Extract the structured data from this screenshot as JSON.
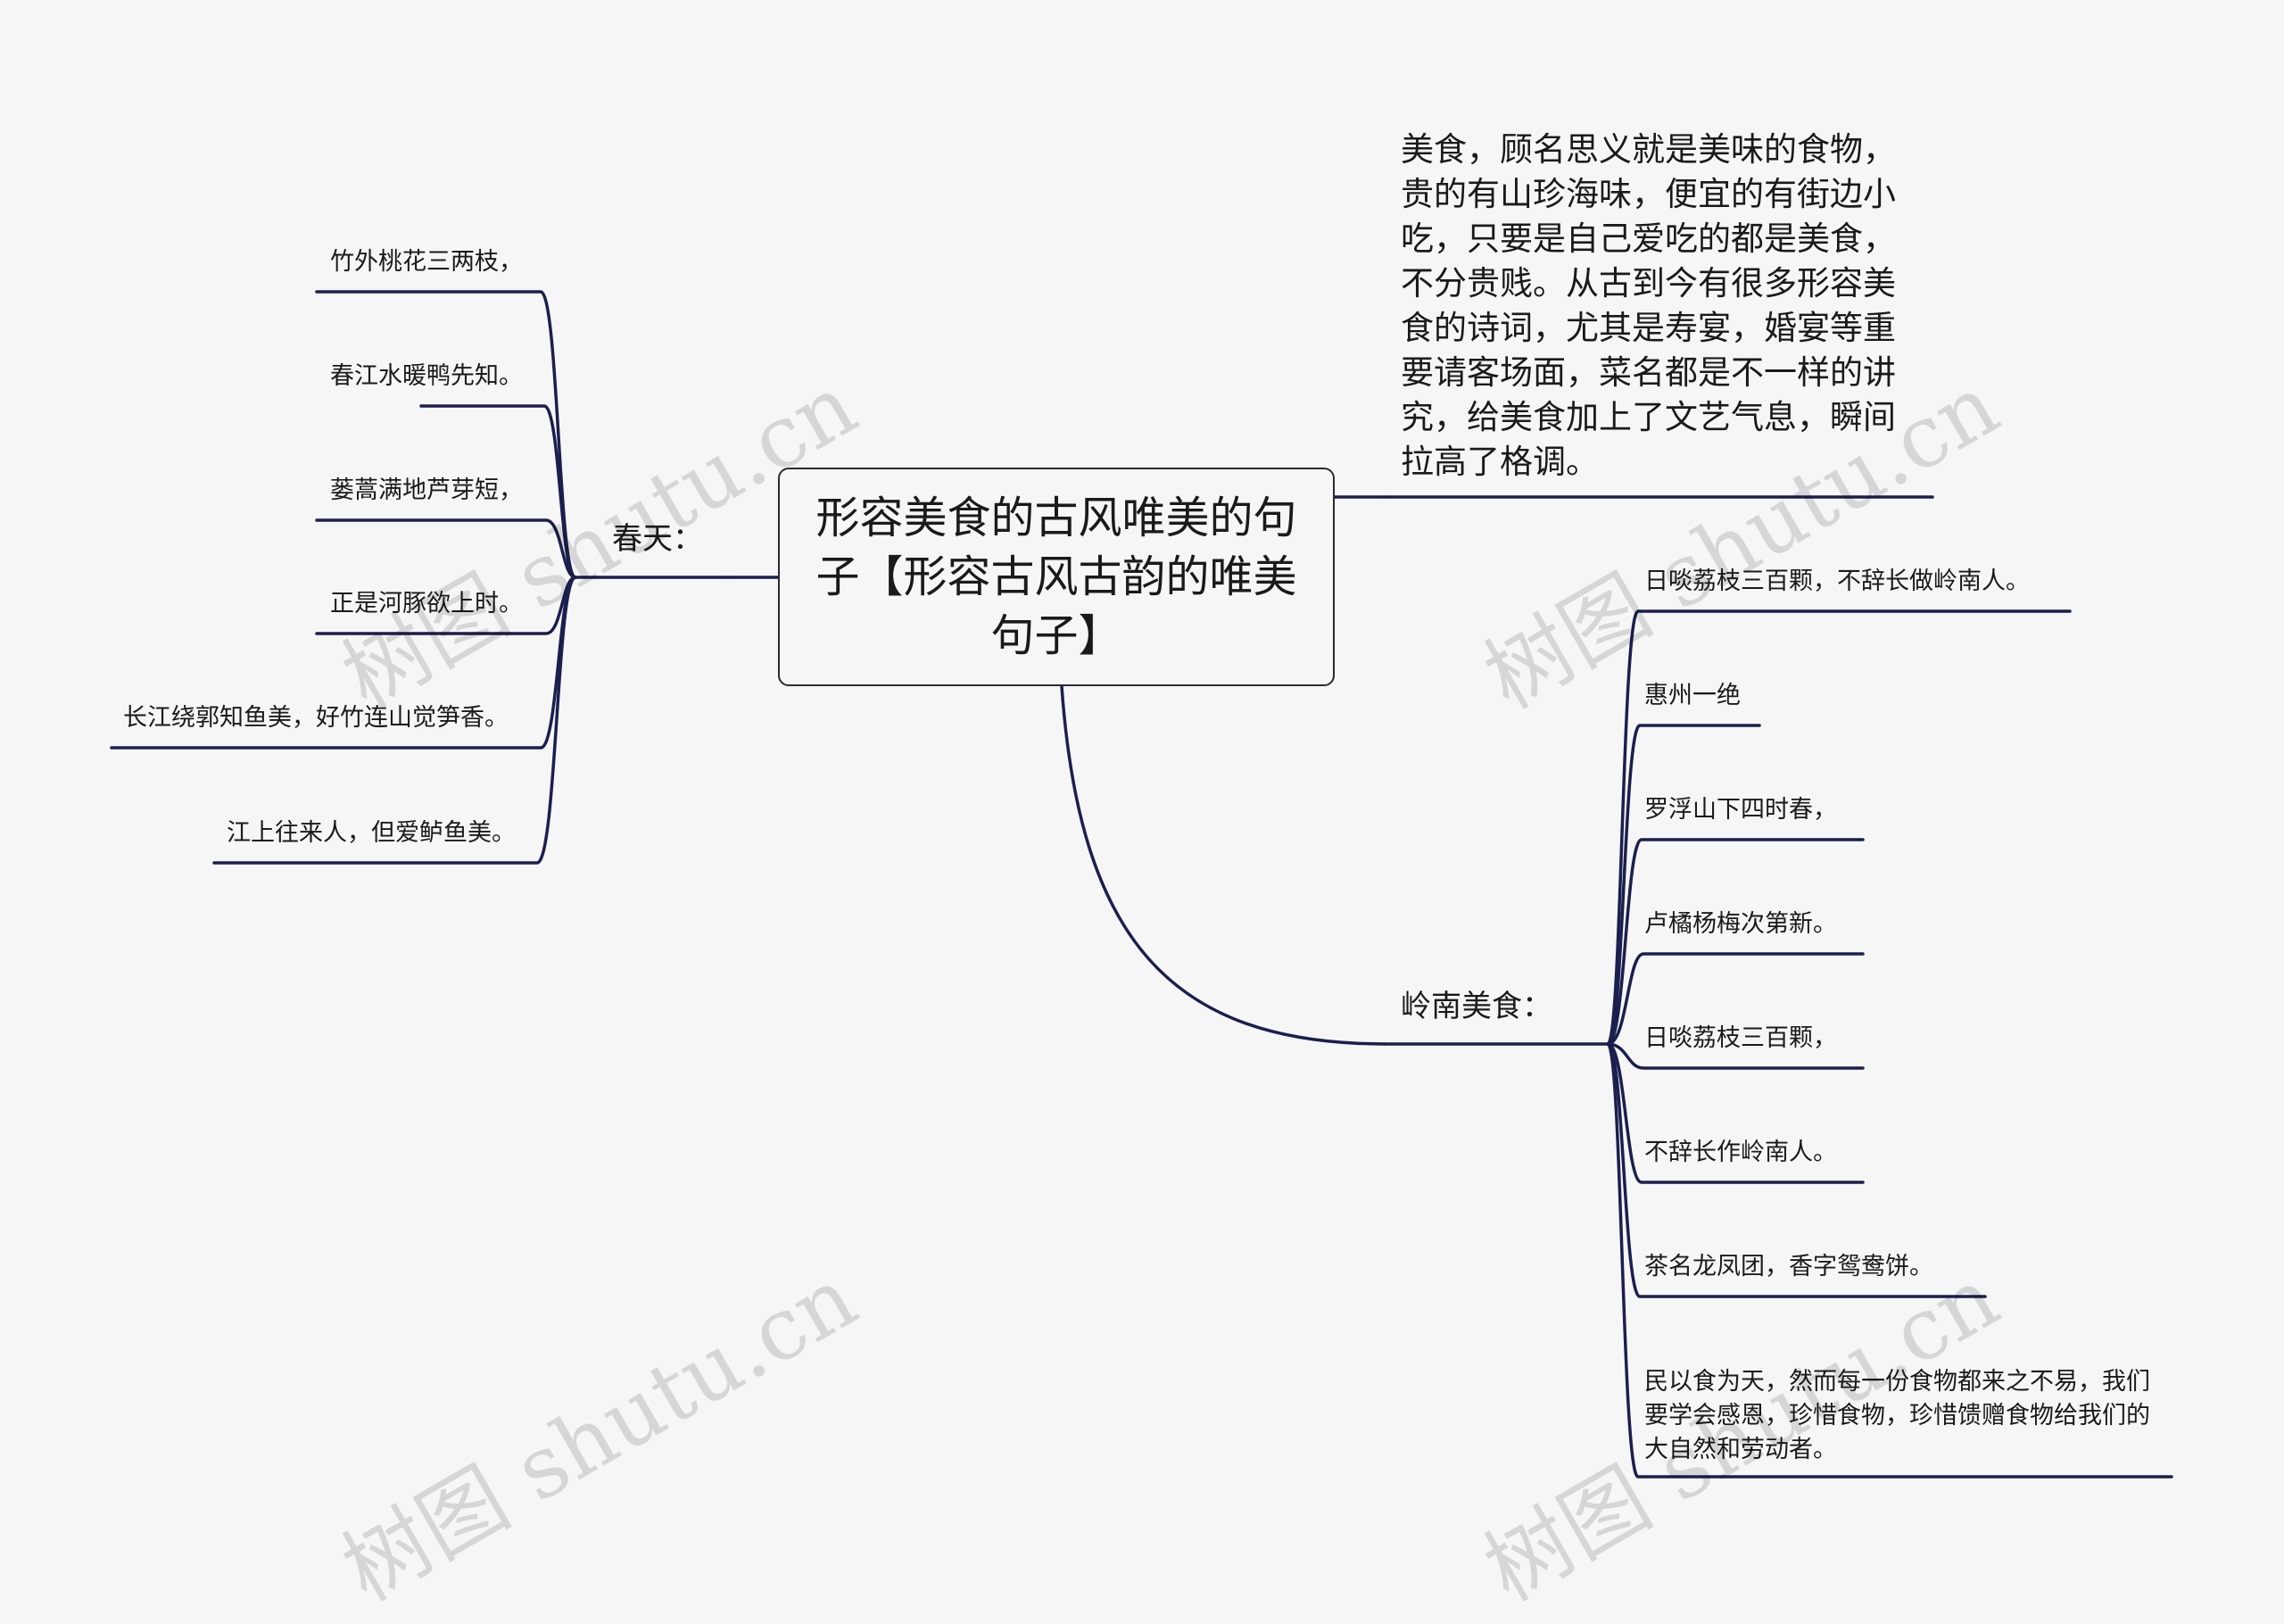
{
  "central": {
    "title": "形容美食的古风唯美的句子【形容古风古韵的唯美句子】"
  },
  "intro": {
    "text": "美食，顾名思义就是美味的食物，贵的有山珍海味，便宜的有街边小吃，只要是自己爱吃的都是美食，不分贵贱。从古到今有很多形容美食的诗词，尤其是寿宴，婚宴等重要请客场面，菜名都是不一样的讲究，给美食加上了文艺气息，瞬间拉高了格调。"
  },
  "spring": {
    "label": "春天：",
    "items": [
      "竹外桃花三两枝，",
      "春江水暖鸭先知。",
      "蒌蒿满地芦芽短，",
      "正是河豚欲上时。",
      "长江绕郭知鱼美，好竹连山觉笋香。",
      "江上往来人，但爱鲈鱼美。"
    ]
  },
  "lingnan": {
    "label": "岭南美食：",
    "items": [
      "日啖荔枝三百颗，不辞长做岭南人。",
      "惠州一绝",
      "罗浮山下四时春，",
      "卢橘杨梅次第新。",
      "日啖荔枝三百颗，",
      "不辞长作岭南人。",
      "茶名龙凤团，香字鸳鸯饼。",
      "民以食为天，然而每一份食物都来之不易，我们要学会感恩，珍惜食物，珍惜馈赠食物给我们的大自然和劳动者。"
    ]
  },
  "watermark": "树图 shutu.cn",
  "colors": {
    "line": "#1b1f4e",
    "background": "#f6f6f7"
  }
}
